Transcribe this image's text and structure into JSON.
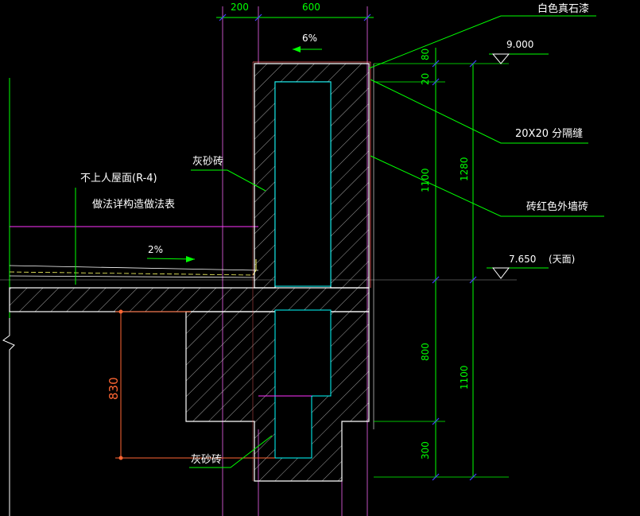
{
  "dimensions": {
    "top_200": "200",
    "top_600": "600",
    "v_80": "80",
    "v_20": "20",
    "v_1100_upper": "1100",
    "v_1280": "1280",
    "v_800": "800",
    "v_1100_lower": "1100",
    "v_300": "300",
    "v_830": "830"
  },
  "slopes": {
    "top": "6%",
    "roof": "2%"
  },
  "elevations": {
    "top": "9.000",
    "mid": "7.650",
    "mid_note": "(天面)"
  },
  "callouts": {
    "stone_paint": "白色真石漆",
    "joint": "20X20  分隔缝",
    "brick_wall": "砖红色外墙砖",
    "ash_brick_top": "灰砂砖",
    "ash_brick_bottom": "灰砂砖",
    "roof_line1": "不上人屋面(R-4)",
    "roof_line2": "做法详构造做法表"
  },
  "colors": {
    "background": "#000000",
    "outline": "#ffffff",
    "dimension": "#00ff00",
    "magenta": "#ff33ff",
    "cyan": "#00ffff",
    "red_dim": "#ff6633",
    "blue_tick": "#4444ff",
    "concrete_hatch": "#d8d8d8",
    "yellow": "#ffff66"
  }
}
